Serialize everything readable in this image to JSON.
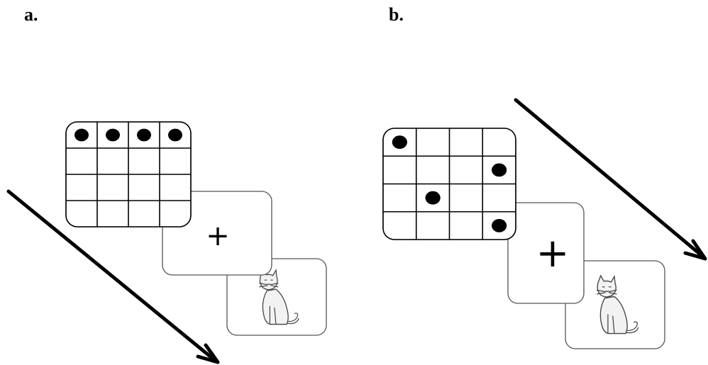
{
  "panels": [
    {
      "label": "a.",
      "dots": [
        [
          0,
          0
        ],
        [
          0,
          1
        ],
        [
          0,
          2
        ],
        [
          0,
          3
        ]
      ],
      "fixation": "+",
      "stimulus_icon": "cat-icon",
      "arrow_icon": "arrow-icon"
    },
    {
      "label": "b.",
      "dots": [
        [
          0,
          0
        ],
        [
          1,
          3
        ],
        [
          2,
          1
        ],
        [
          3,
          3
        ]
      ],
      "fixation": "+",
      "stimulus_icon": "cat-icon",
      "arrow_icon": "arrow-icon"
    }
  ],
  "grid": {
    "rows": 4,
    "cols": 4
  },
  "colors": {
    "dot": "#000000",
    "grid": "#000000",
    "card_border": "#555555"
  }
}
